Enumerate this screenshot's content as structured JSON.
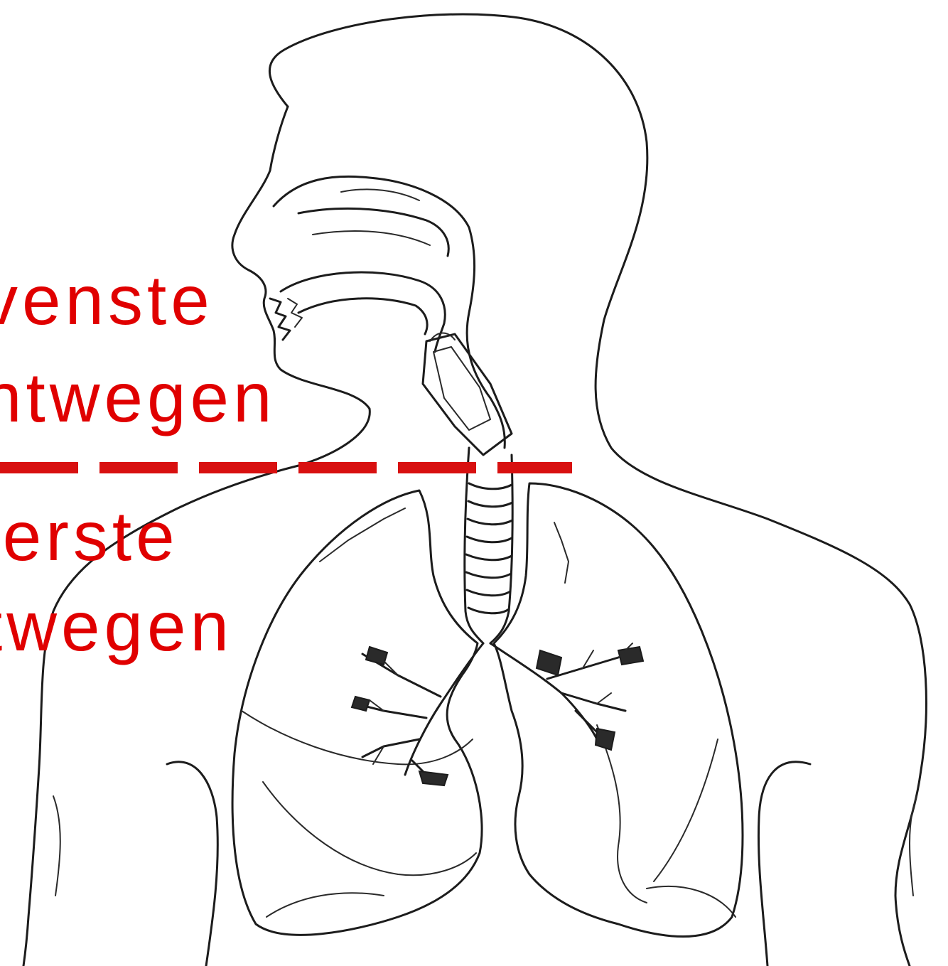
{
  "labels": {
    "upper_line_1": "venste",
    "upper_line_2": "ntwegen",
    "lower_line_1": "lerste",
    "lower_line_2": "twegen"
  },
  "colors": {
    "label": "#e00000",
    "divider": "#d81010",
    "ink": "#1c1c1c",
    "background": "#ffffff"
  }
}
